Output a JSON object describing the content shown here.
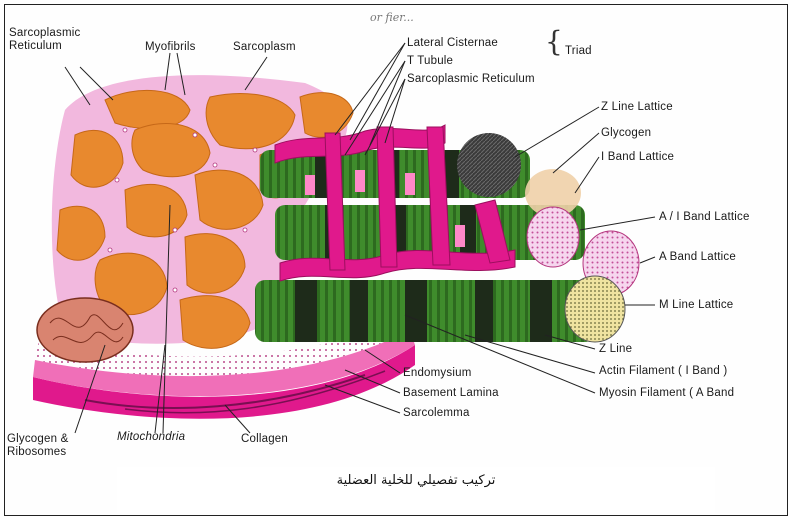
{
  "figure": {
    "caption": "تركيب تفصيلي للخلية العضلية",
    "pen_mark": "or  fier...",
    "colors": {
      "background": "#fefefe",
      "cytoplasm_pink": "#f2b8de",
      "myofibril_orange": "#e8892e",
      "magenta": "#e0198c",
      "green_filaments": "#3f8c2c",
      "dark_filaments": "#1e2b1a",
      "glycogen_dark": "#3a3a3a"
    }
  },
  "labels": {
    "sarcoplasmic_reticulum_tl": "Sarcoplasmic Reticulum",
    "myofibrils": "Myofibrils",
    "sarcoplasm": "Sarcoplasm",
    "lateral_cisternae": "Lateral Cisternae",
    "t_tubule": "T Tubule",
    "sarcoplasmic_reticulum_top": "Sarcoplasmic Reticulum",
    "triad": "Triad",
    "z_line_lattice": "Z Line Lattice",
    "glycogen": "Glycogen",
    "i_band_lattice": "I Band Lattice",
    "ai_band_lattice": "A / I Band Lattice",
    "a_band_lattice": "A Band Lattice",
    "m_line_lattice": "M Line Lattice",
    "z_line": "Z Line",
    "actin_filament": "Actin Filament ( I Band )",
    "myosin_filament": "Myosin Filament ( A Band",
    "endomysium": "Endomysium",
    "basement_lamina": "Basement Lamina",
    "sarcolemma": "Sarcolemma",
    "glycogen_ribosomes": "Glycogen & Ribosomes",
    "mitochondria": "Mitochondria",
    "collagen": "Collagen"
  }
}
